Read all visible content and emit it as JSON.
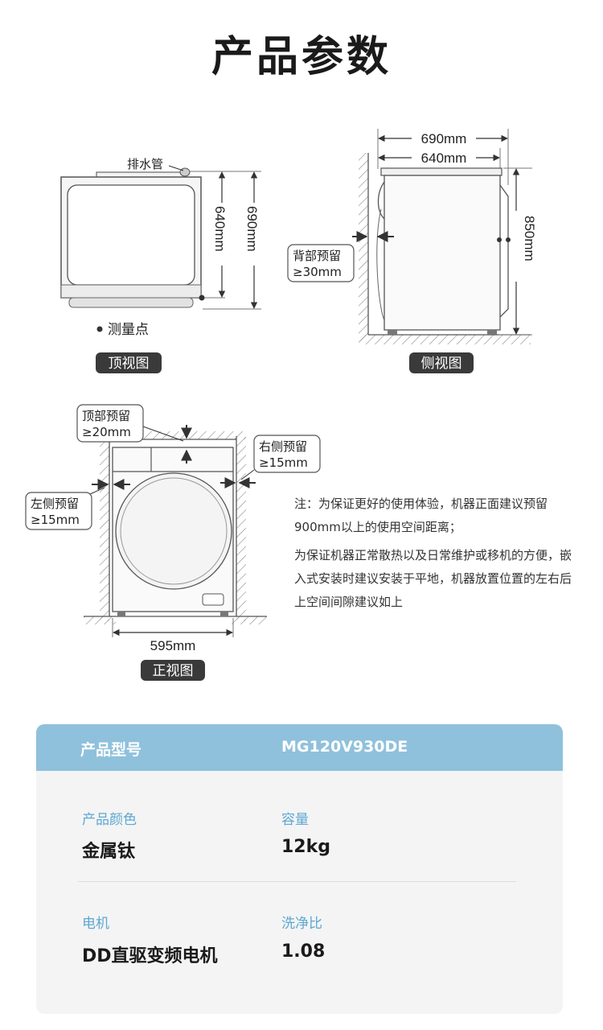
{
  "page": {
    "title": "产品参数"
  },
  "top_view": {
    "drain_label": "排水管",
    "measure_point": "测量点",
    "dim_depth_inner": "640mm",
    "dim_depth_outer": "690mm",
    "view_label": "顶视图"
  },
  "side_view": {
    "dim_top_outer": "690mm",
    "dim_top_inner": "640mm",
    "dim_height": "850mm",
    "back_clearance_title": "背部预留",
    "back_clearance_value": "≥30mm",
    "view_label": "侧视图"
  },
  "front_view": {
    "top_clearance_title": "顶部预留",
    "top_clearance_value": "≥20mm",
    "right_clearance_title": "右侧预留",
    "right_clearance_value": "≥15mm",
    "left_clearance_title": "左侧预留",
    "left_clearance_value": "≥15mm",
    "dim_width": "595mm",
    "view_label": "正视图"
  },
  "notes": {
    "note1": "注：为保证更好的使用体验，机器正面建议预留900mm以上的使用空间距离；",
    "note2": "为保证机器正常散热以及日常维护或移机的方便，嵌入式安装时建议安装于平地，机器放置位置的左右后上空间间隙建议如上"
  },
  "specs": {
    "model_label": "产品型号",
    "model_value": "MG120V930DE",
    "color_label": "产品颜色",
    "color_value": "金属钛",
    "capacity_label": "容量",
    "capacity_value": "12kg",
    "motor_label": "电机",
    "motor_value": "DD直驱变频电机",
    "wash_ratio_label": "洗净比",
    "wash_ratio_value": "1.08"
  },
  "colors": {
    "header_bg": "#8fc1dc",
    "label_blue": "#5ea8d2",
    "tag_bg": "#3a3a3a"
  }
}
